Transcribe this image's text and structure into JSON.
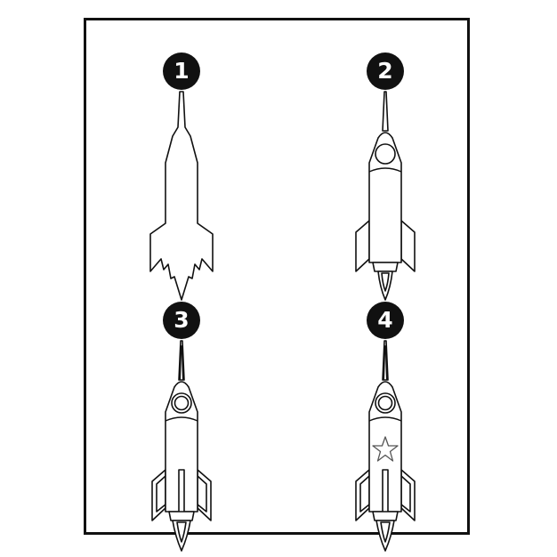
{
  "steps": [
    {
      "number": "1"
    },
    {
      "number": "2"
    },
    {
      "number": "3"
    },
    {
      "number": "4"
    }
  ],
  "colors": {
    "stroke": "#111111",
    "badge_background": "#111111",
    "badge_text": "#ffffff",
    "star_stroke": "#555555"
  },
  "icons": [
    "rocket-outline-icon",
    "rocket-window-icon",
    "rocket-fin-icon",
    "exhaust-flame-icon",
    "star-icon"
  ]
}
